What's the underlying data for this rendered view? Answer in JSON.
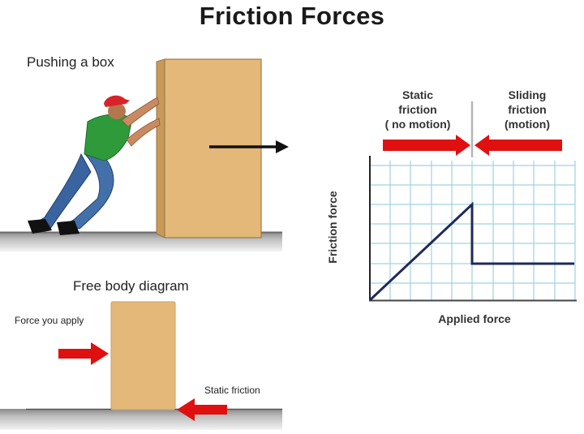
{
  "title": "Friction Forces",
  "scene": {
    "label": "Pushing a box",
    "motion_arrow": "arrow-right"
  },
  "free_body": {
    "label": "Free body diagram",
    "applied_force_label": "Force you apply",
    "friction_label": "Static friction"
  },
  "graph": {
    "static_label_lines": [
      "Static",
      "friction",
      "( no motion)"
    ],
    "sliding_label_lines": [
      "Sliding",
      "friction",
      "(motion)"
    ],
    "xlabel": "Applied force",
    "ylabel": "Friction force"
  },
  "colors": {
    "box": "#e3b878",
    "box_side": "#c89a5a",
    "red_arrow": "#e01010",
    "line": "#1f2a5c",
    "grid": "#9fd3dd",
    "shirt": "#2e9a3a",
    "jeans": "#3a64a0",
    "cap": "#d8232a"
  },
  "chart_data": {
    "type": "line",
    "title": "",
    "xlabel": "Applied force",
    "ylabel": "Friction force",
    "grid": true,
    "xlim": [
      0,
      10
    ],
    "ylim": [
      0,
      7
    ],
    "series": [
      {
        "name": "Friction force",
        "x": [
          0,
          5,
          5,
          10
        ],
        "y": [
          0,
          5,
          2,
          2
        ]
      }
    ],
    "annotations": [
      {
        "text": "Static friction ( no motion)",
        "region": [
          0,
          5
        ]
      },
      {
        "text": "Sliding friction (motion)",
        "region": [
          5,
          10
        ]
      }
    ]
  }
}
